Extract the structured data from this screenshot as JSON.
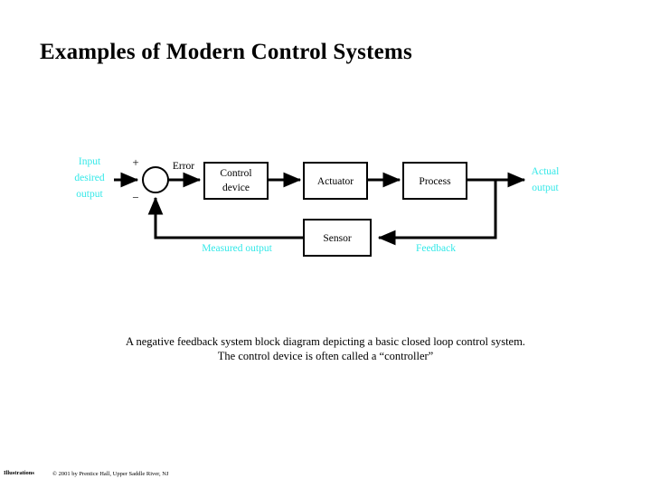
{
  "slide": {
    "title": "Examples of Modern Control Systems",
    "background_color": "#ffffff"
  },
  "colors": {
    "signal_label": "#33e8e8",
    "diagram_line": "#000000",
    "text": "#000000"
  },
  "diagram": {
    "type": "block-diagram",
    "name": "negative-feedback-control-system",
    "blocks": [
      {
        "id": "control-device",
        "label_line1": "Control",
        "label_line2": "device"
      },
      {
        "id": "actuator",
        "label": "Actuator"
      },
      {
        "id": "process",
        "label": "Process"
      },
      {
        "id": "sensor",
        "label": "Sensor"
      }
    ],
    "summing_junction": {
      "plus_sign": "+",
      "minus_sign": "−"
    },
    "signals": {
      "input": "Input\ndesired\noutput",
      "input_line1": "Input",
      "input_line2": "desired",
      "input_line3": "output",
      "error": "Error",
      "actual_output_line1": "Actual",
      "actual_output_line2": "output",
      "measured_output": "Measured output",
      "feedback": "Feedback"
    }
  },
  "caption": {
    "line1": "A negative feedback system block diagram depicting a basic closed loop control system.",
    "line2": "The control device is often called a “controller”"
  },
  "footer": {
    "label": "Illustrations",
    "copyright": "© 2001 by Prentice Hall, Upper Saddle River, NJ"
  }
}
